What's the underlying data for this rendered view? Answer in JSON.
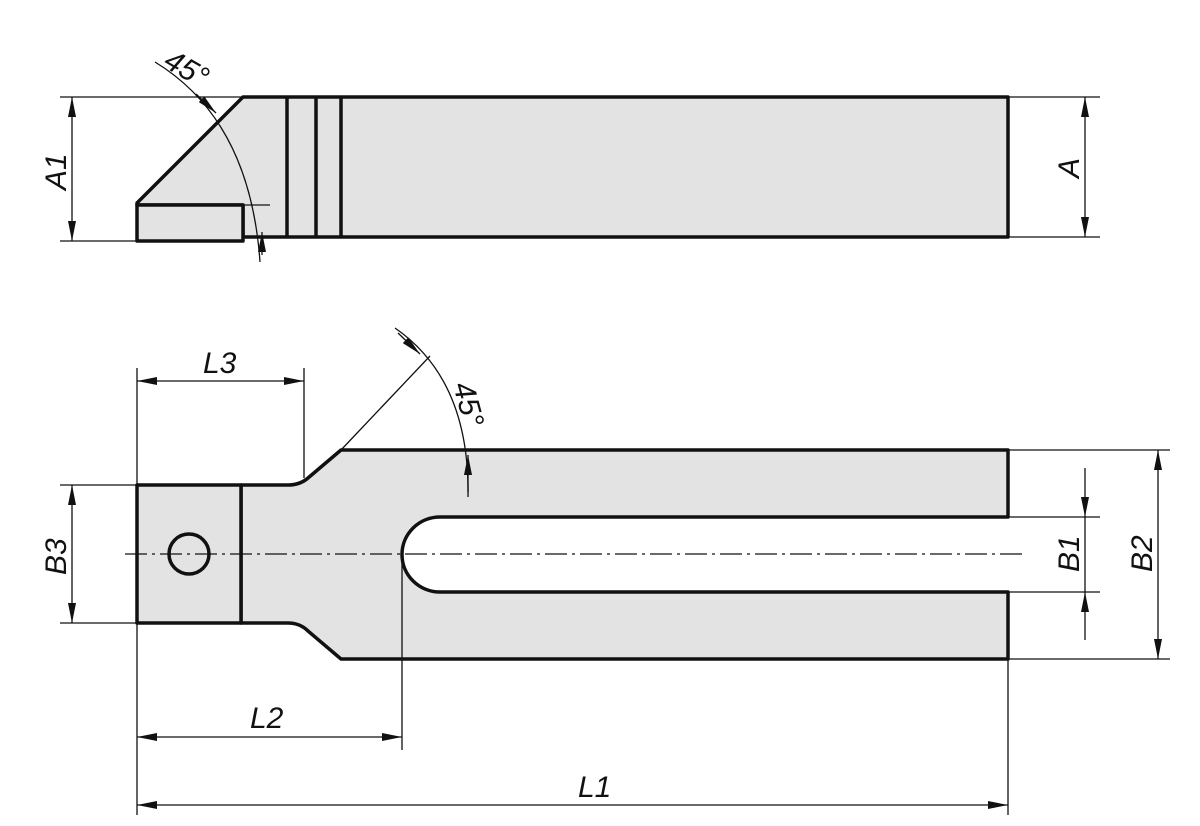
{
  "labels": {
    "a1": "A1",
    "a": "A",
    "angle_top": "45°",
    "angle_bottom": "45°",
    "l3": "L3",
    "l2": "L2",
    "l1": "L1",
    "b3": "B3",
    "b1": "B1",
    "b2": "B2"
  },
  "colors": {
    "fill": "#e3e3e3",
    "line": "#111111"
  }
}
